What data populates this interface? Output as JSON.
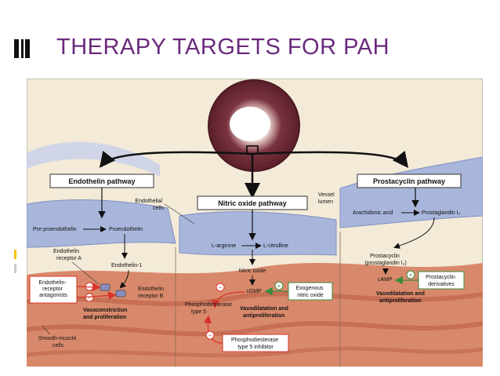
{
  "slide": {
    "title": "THERAPY  TARGETS FOR PAH"
  },
  "colors": {
    "title": "#6b2a7d",
    "muscle": "#d9896b",
    "endothelium": "#a9b6dc",
    "lumen": "#f3ead8",
    "inhibit_red": "#d8332a",
    "stimulate_green": "#3c8a3c"
  },
  "diagram": {
    "pathways": {
      "endothelin": "Endothelin pathway",
      "nitric_oxide": "Nitric oxide pathway",
      "prostacyclin": "Prostacyclin pathway"
    },
    "labels": {
      "endothelial_cells": "Endothelial\ncells",
      "vessel_lumen": "Vessel\nlumen",
      "pre_proendothelin": "Pre-proendothelin",
      "proendothelin": "Proendothelin",
      "endothelin_receptor_a": "Endothelin\nreceptor A",
      "endothelin_1": "Endothelin-1",
      "endothelin_receptor_antagonists": "Endothelin-\nreceptor\nantagonists",
      "endothelin_receptor_b": "Endothelin\nreceptor B",
      "vasoconstriction": "Vasoconstriction\nand proliferation",
      "smooth_muscle_cells": "Smooth-muscle\ncells",
      "l_arginine": "L-arginine",
      "l_citrulline": "L-citrulline",
      "nitric_oxide": "Nitric oxide",
      "cgmp": "cGMP",
      "exogenous_no": "Exogenous\nnitric oxide",
      "pde5": "Phosphodiesterase\ntype 5",
      "no_effect": "Vasodilatation and\nantiproliferation",
      "pde5_inhibitor": "Phosphodiesterase\ntype 5 inhibitor",
      "arachidonic_acid": "Arachidonic acid",
      "prostaglandin": "Prostaglandin I₂",
      "prostacyclin": "Prostacyclin\n(prostaglandin I₂)",
      "camp": "cAMP",
      "prostacyclin_derivatives": "Prostacyclin\nderivatives",
      "prostacyclin_effect": "Vasodilatation and\nantiproliferation"
    }
  }
}
